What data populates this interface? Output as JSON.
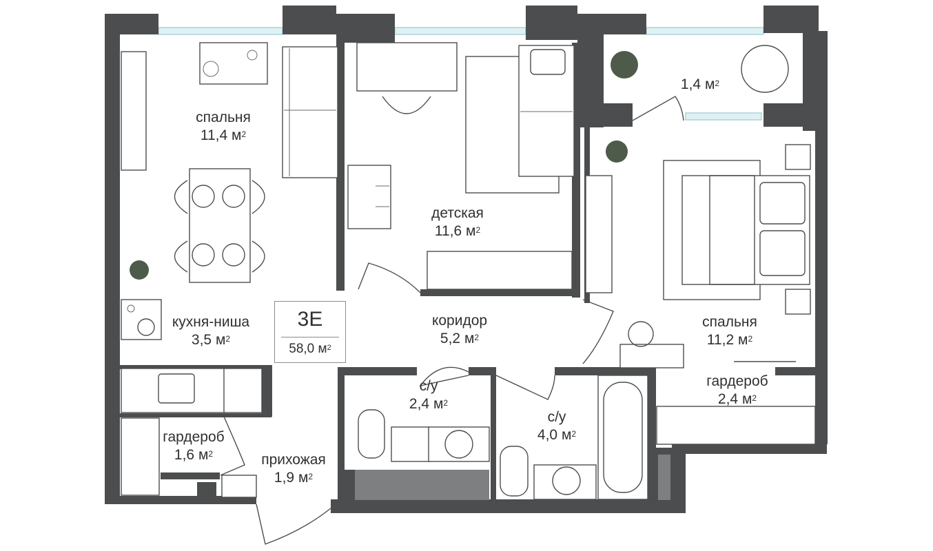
{
  "apartment": {
    "code": "3Е",
    "total_area": "58,0 м",
    "unit_power": "2"
  },
  "rooms": [
    {
      "id": "bedroom-1",
      "name": "спальня",
      "area": "11,4 м",
      "sup": "2"
    },
    {
      "id": "kids-room",
      "name": "детская",
      "area": "11,6 м",
      "sup": "2"
    },
    {
      "id": "balcony",
      "name": "",
      "area": "1,4 м",
      "sup": "2"
    },
    {
      "id": "kitchen-niche",
      "name": "кухня-ниша",
      "area": "3,5 м",
      "sup": "2"
    },
    {
      "id": "corridor",
      "name": "коридор",
      "area": "5,2 м",
      "sup": "2"
    },
    {
      "id": "bedroom-2",
      "name": "спальня",
      "area": "11,2 м",
      "sup": "2"
    },
    {
      "id": "wardrobe-2",
      "name": "гардероб",
      "area": "2,4 м",
      "sup": "2"
    },
    {
      "id": "bathroom-1",
      "name": "с/у",
      "area": "2,4 м",
      "sup": "2"
    },
    {
      "id": "bathroom-2",
      "name": "с/у",
      "area": "4,0 м",
      "sup": "2"
    },
    {
      "id": "wardrobe-1",
      "name": "гардероб",
      "area": "1,6 м",
      "sup": "2"
    },
    {
      "id": "hallway",
      "name": "прихожая",
      "area": "1,9 м",
      "sup": "2"
    }
  ],
  "colors": {
    "wall": "#4b4d4e",
    "glass": "#dff1f3",
    "text": "#2f3031"
  }
}
